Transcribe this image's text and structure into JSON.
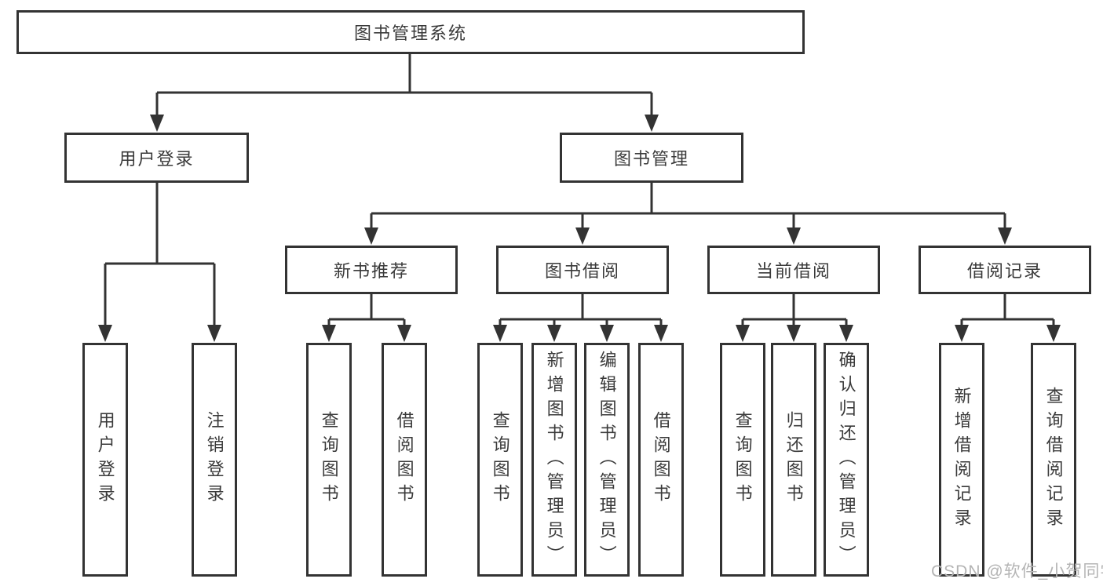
{
  "tree": {
    "label": "图书管理系统",
    "children": [
      {
        "label": "用户登录",
        "children": [
          {
            "label": "用户登录"
          },
          {
            "label": "注销登录"
          }
        ]
      },
      {
        "label": "图书管理",
        "children": [
          {
            "label": "新书推荐",
            "children": [
              {
                "label": "查询图书"
              },
              {
                "label": "借阅图书"
              }
            ]
          },
          {
            "label": "图书借阅",
            "children": [
              {
                "label": "查询图书"
              },
              {
                "label": "新增图书（管理员）"
              },
              {
                "label": "编辑图书（管理员）"
              },
              {
                "label": "借阅图书"
              }
            ]
          },
          {
            "label": "当前借阅",
            "children": [
              {
                "label": "查询图书"
              },
              {
                "label": "归还图书"
              },
              {
                "label": "确认归还（管理员）"
              }
            ]
          },
          {
            "label": "借阅记录",
            "children": [
              {
                "label": "新增借阅记录"
              },
              {
                "label": "查询借阅记录"
              }
            ]
          }
        ]
      }
    ]
  },
  "watermark": {
    "text": "CSDN @软件_小贺同学"
  },
  "colors": {
    "line": "#333333",
    "box_border": "#333333",
    "text": "#3a3a3a",
    "background": "#ffffff",
    "watermark": "#b4b4b4"
  }
}
